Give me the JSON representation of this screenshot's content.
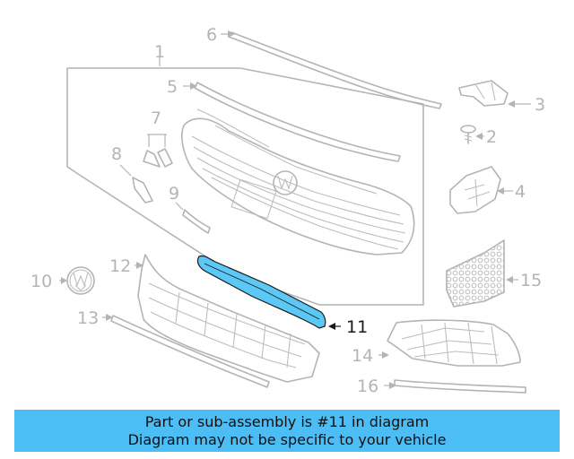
{
  "callouts": {
    "c1": "1",
    "c2": "2",
    "c3": "3",
    "c4": "4",
    "c5": "5",
    "c6": "6",
    "c7": "7",
    "c8": "8",
    "c9": "9",
    "c10": "10",
    "c11": "11",
    "c12": "12",
    "c13": "13",
    "c14": "14",
    "c15": "15",
    "c16": "16"
  },
  "banner": {
    "line1": "Part or sub-assembly is #11 in diagram",
    "line2": "Diagram may not be specific to your vehicle"
  },
  "colors": {
    "highlight": "#5bc8f5",
    "banner": "#4dbdf5",
    "linework": "#b4b4b4"
  }
}
